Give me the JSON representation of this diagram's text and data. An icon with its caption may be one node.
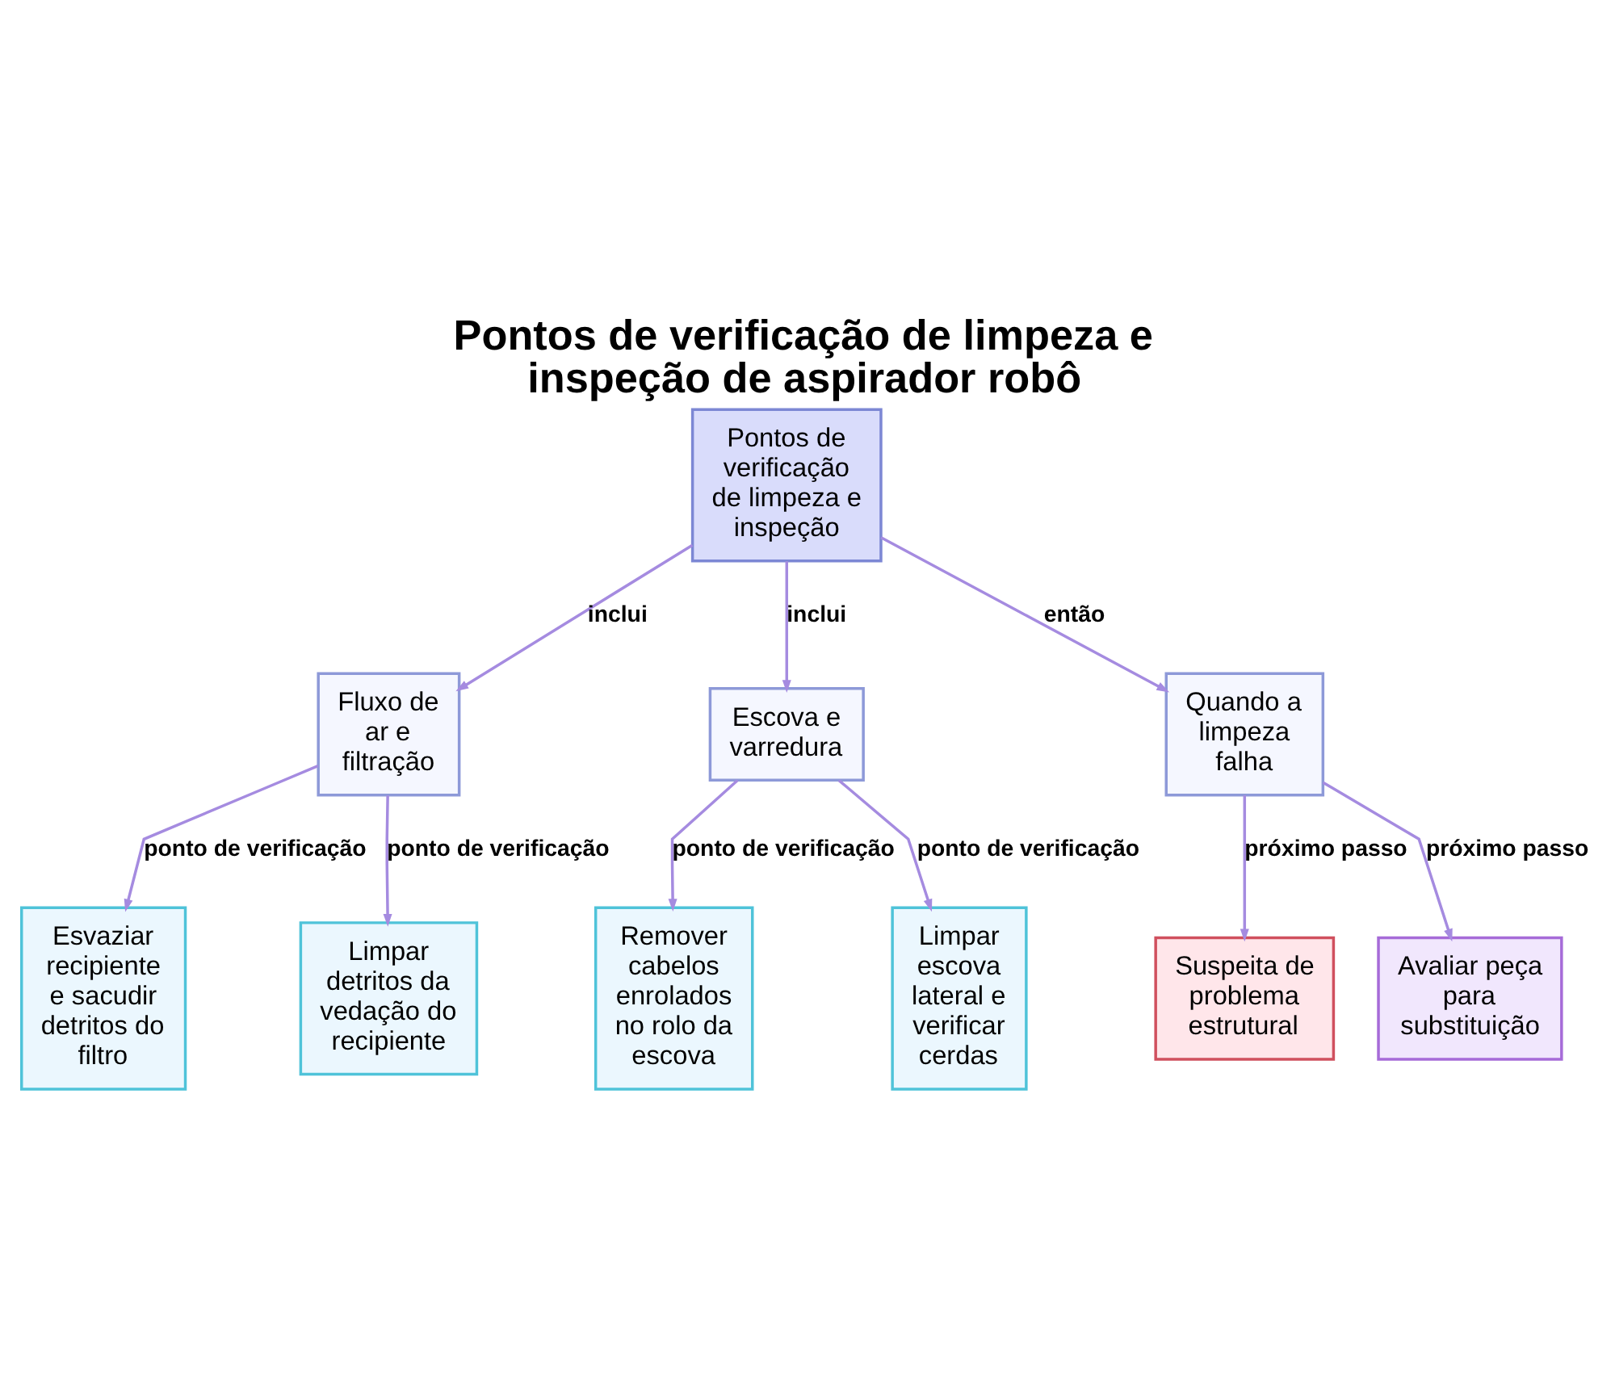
{
  "diagram": {
    "title": "Pontos de verificação de limpeza e inspeção de aspirador robô",
    "nodes": [
      {
        "text": [
          "Pontos de verificação de limpeza e inspeção"
        ]
      },
      {
        "text": [
          "Fluxo de ar e filtração"
        ]
      },
      {
        "text": [
          "Escova e varredura"
        ]
      },
      {
        "text": [
          "Quando a limpeza falha"
        ]
      },
      {
        "text": [
          "Esvaziar recipiente e sacudir detritos do filtro"
        ]
      },
      {
        "text": [
          "Limpar detritos da vedação do recipiente"
        ]
      },
      {
        "text": [
          "Remover cabelos enrolados no rolo da escova"
        ]
      },
      {
        "text": [
          "Limpar escova lateral e verificar cerdas"
        ]
      },
      {
        "text": [
          "Suspeita de problema estrutural"
        ]
      },
      {
        "text": [
          "Avaliar peça para substituição"
        ]
      }
    ],
    "edges": [
      {
        "from": 0,
        "to": 1,
        "arrow": "to",
        "label": "inclui"
      },
      {
        "from": 0,
        "to": 2,
        "arrow": "to",
        "label": "inclui"
      },
      {
        "from": 0,
        "to": 3,
        "arrow": "to",
        "label": "então"
      },
      {
        "from": 1,
        "to": 4,
        "arrow": "to",
        "label": "ponto de verificação"
      },
      {
        "from": 1,
        "to": 5,
        "arrow": "to",
        "label": "ponto de verificação"
      },
      {
        "from": 2,
        "to": 6,
        "arrow": "to",
        "label": "ponto de verificação"
      },
      {
        "from": 2,
        "to": 7,
        "arrow": "to",
        "label": "ponto de verificação"
      },
      {
        "from": 3,
        "to": 8,
        "arrow": "to",
        "label": "próximo passo"
      },
      {
        "from": 3,
        "to": 9,
        "arrow": "to",
        "label": "próximo passo"
      }
    ]
  }
}
